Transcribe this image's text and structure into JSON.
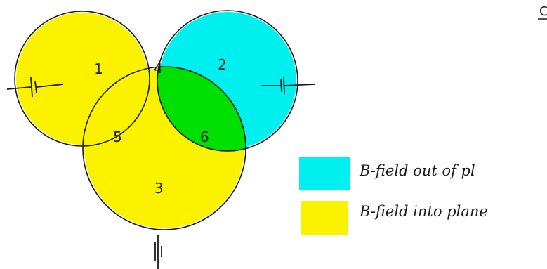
{
  "diagram": {
    "region_labels": {
      "r1": "1",
      "r2": "2",
      "r3": "3",
      "r4": "4",
      "r5": "5",
      "r6": "6"
    },
    "corner_mark": "C",
    "legend": [
      {
        "label": "B-field out of pl",
        "color": "#00f0f0"
      },
      {
        "label": "B-field into plane",
        "color": "#fbf200"
      }
    ],
    "colors": {
      "yellow": "#fbf200",
      "cyan": "#00f0f0",
      "green": "#00e000",
      "outline": "#1a1a1a"
    }
  }
}
